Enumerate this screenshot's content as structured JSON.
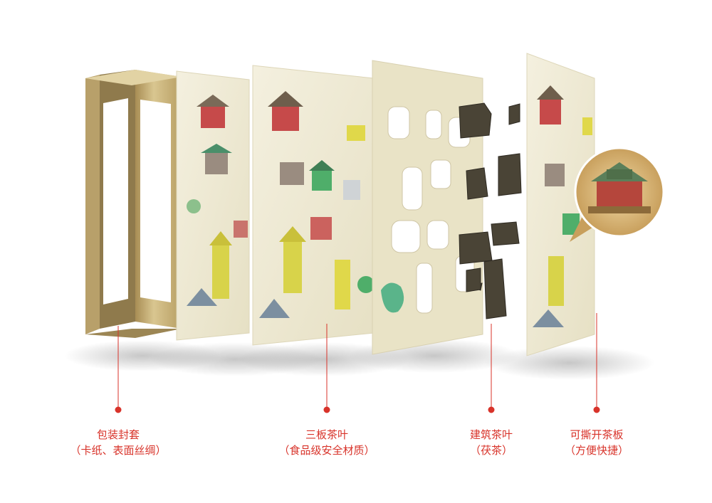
{
  "colors": {
    "accent": "#d8332a",
    "frame": "#c9b27a",
    "panel": "#f1ecd8",
    "tea": "#4a4436"
  },
  "layers": [
    {
      "name": "包装封套",
      "detail": "（卡纸、表面丝绸）"
    },
    {
      "name": "三板茶叶",
      "detail": "（食品级安全材质）"
    },
    {
      "name": "建筑茶叶",
      "detail": "（茯茶）"
    },
    {
      "name": "可撕开茶板",
      "detail": "（方便快捷）"
    }
  ]
}
